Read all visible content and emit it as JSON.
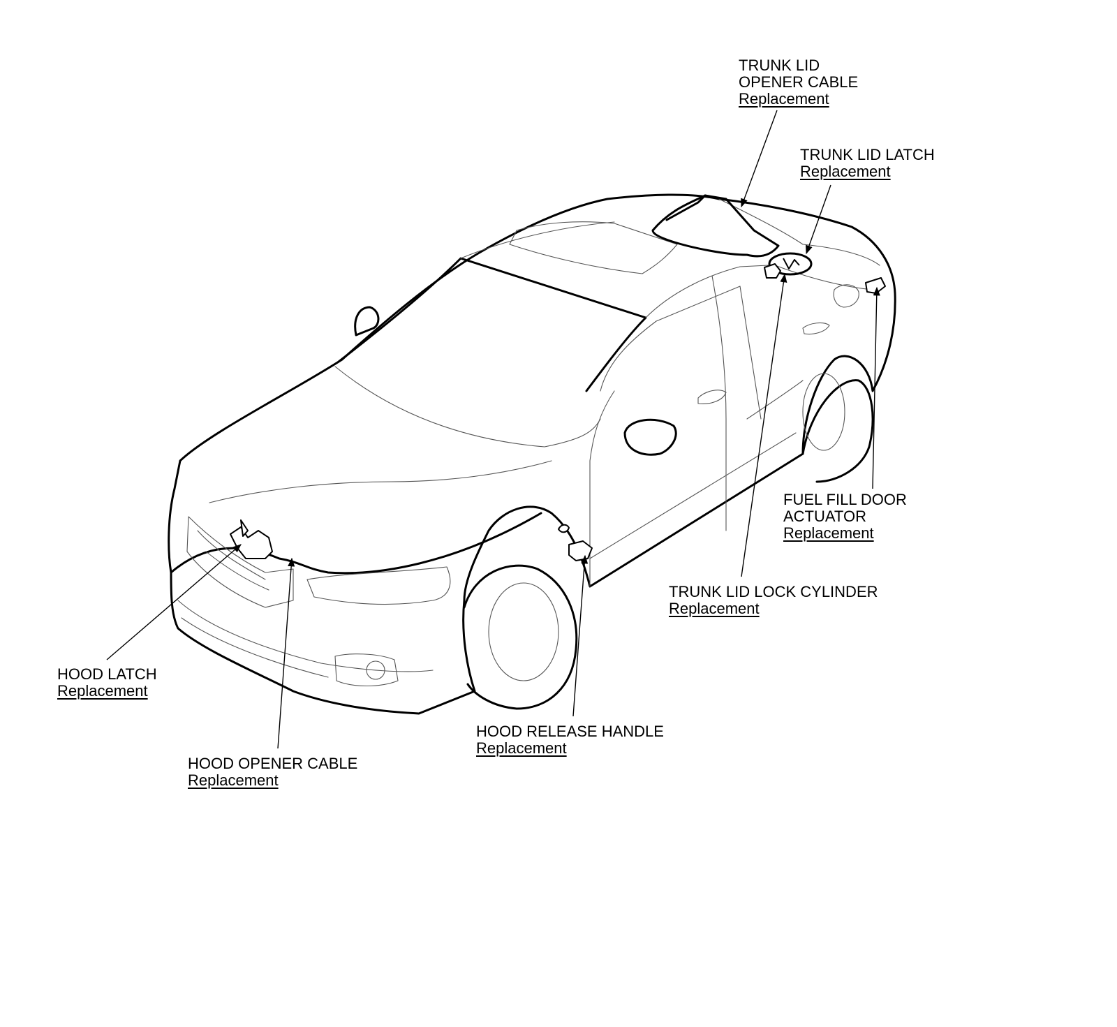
{
  "callouts": [
    {
      "id": "trunk-lid-opener-cable",
      "lines": [
        "TRUNK LID",
        "OPENER CABLE"
      ],
      "link": "Replacement"
    },
    {
      "id": "trunk-lid-latch",
      "lines": [
        "TRUNK LID LATCH"
      ],
      "link": "Replacement"
    },
    {
      "id": "fuel-fill-door-actuator",
      "lines": [
        "FUEL FILL DOOR",
        "ACTUATOR"
      ],
      "link": "Replacement"
    },
    {
      "id": "trunk-lid-lock-cylinder",
      "lines": [
        "TRUNK LID LOCK CYLINDER"
      ],
      "link": "Replacement"
    },
    {
      "id": "hood-latch",
      "lines": [
        "HOOD LATCH"
      ],
      "link": "Replacement"
    },
    {
      "id": "hood-release-handle",
      "lines": [
        "HOOD RELEASE HANDLE"
      ],
      "link": "Replacement"
    },
    {
      "id": "hood-opener-cable",
      "lines": [
        "HOOD OPENER CABLE"
      ],
      "link": "Replacement"
    }
  ]
}
